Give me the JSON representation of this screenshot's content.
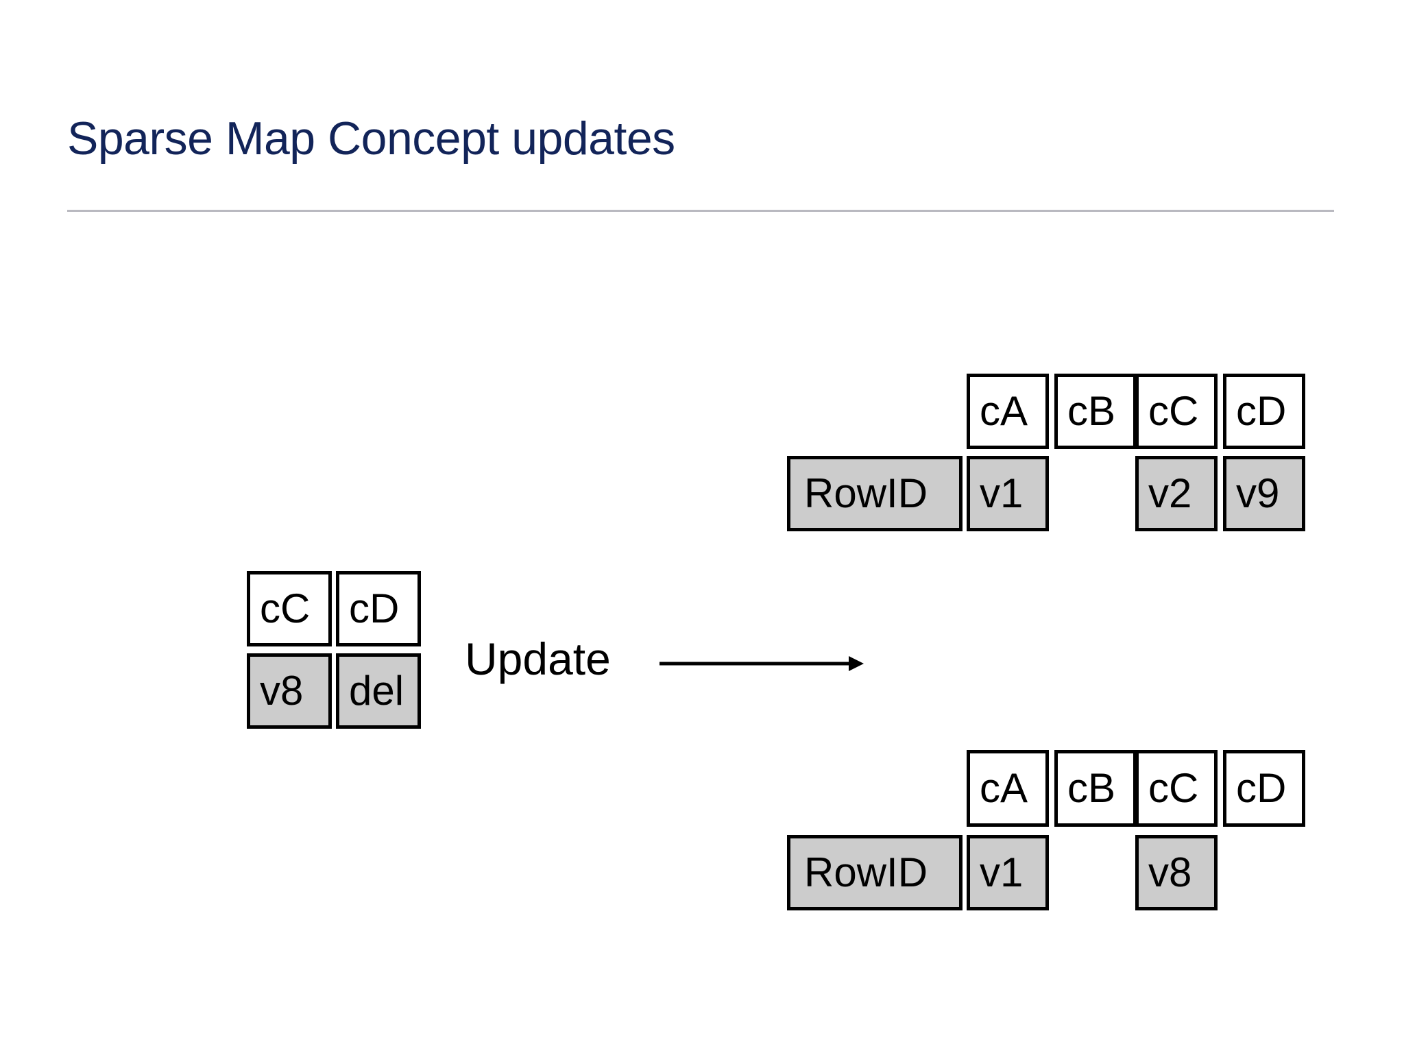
{
  "slide": {
    "title": "Sparse Map Concept updates",
    "title_color": "#122459",
    "rule_color": "#b9b9c0",
    "background": "#ffffff"
  },
  "palette": {
    "header_cell_bg": "#ffffff",
    "value_cell_bg": "#cccccc",
    "cell_border": "#000000",
    "text": "#000000"
  },
  "transition": {
    "label": "Update",
    "arrow_icon": "arrow-right-icon"
  },
  "update_block": {
    "headers": [
      "cC",
      "cD"
    ],
    "values": [
      "v8",
      "del"
    ]
  },
  "before_table": {
    "rowid_label": "RowID",
    "headers": [
      "cA",
      "cB",
      "cC",
      "cD"
    ],
    "values": [
      "v1",
      "",
      "v2",
      "v9"
    ]
  },
  "after_table": {
    "rowid_label": "RowID",
    "headers": [
      "cA",
      "cB",
      "cC",
      "cD"
    ],
    "values": [
      "v1",
      "",
      "v8",
      ""
    ]
  }
}
